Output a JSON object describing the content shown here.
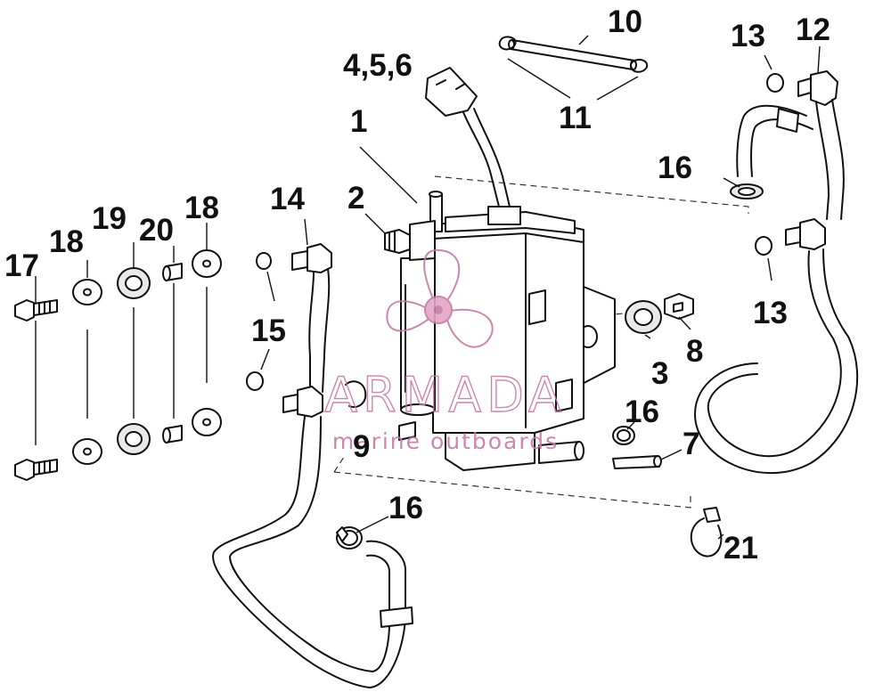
{
  "callouts": [
    {
      "id": "c1",
      "text": "1"
    },
    {
      "id": "c2",
      "text": "2"
    },
    {
      "id": "c3",
      "text": "3"
    },
    {
      "id": "c456",
      "text": "4,5,6"
    },
    {
      "id": "c7",
      "text": "7"
    },
    {
      "id": "c8",
      "text": "8"
    },
    {
      "id": "c9",
      "text": "9"
    },
    {
      "id": "c10",
      "text": "10"
    },
    {
      "id": "c11",
      "text": "11"
    },
    {
      "id": "c12",
      "text": "12"
    },
    {
      "id": "c13a",
      "text": "13"
    },
    {
      "id": "c13b",
      "text": "13"
    },
    {
      "id": "c14",
      "text": "14"
    },
    {
      "id": "c15",
      "text": "15"
    },
    {
      "id": "c16a",
      "text": "16"
    },
    {
      "id": "c16b",
      "text": "16"
    },
    {
      "id": "c16c",
      "text": "16"
    },
    {
      "id": "c17",
      "text": "17"
    },
    {
      "id": "c18a",
      "text": "18"
    },
    {
      "id": "c18b",
      "text": "18"
    },
    {
      "id": "c19",
      "text": "19"
    },
    {
      "id": "c20",
      "text": "20"
    },
    {
      "id": "c21",
      "text": "21"
    }
  ],
  "watermark": {
    "brand": "ARMADA",
    "tagline": "marine outboards",
    "color": "#c77aa6"
  }
}
